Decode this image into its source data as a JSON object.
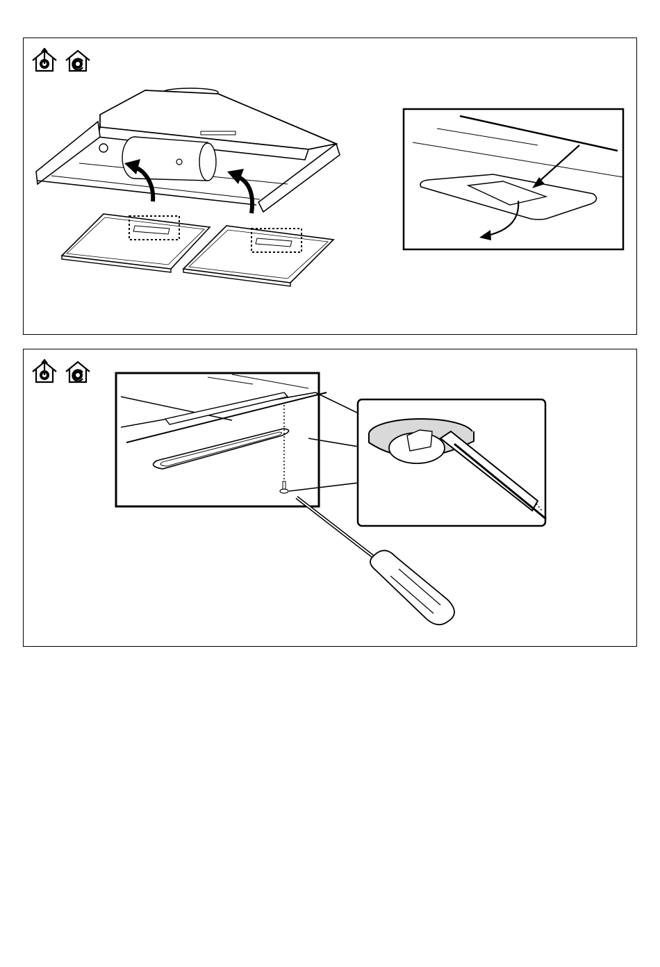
{
  "colors": {
    "line": "#000000",
    "fill": "#ffffff",
    "shade": "#d9d9d9",
    "dark": "#333333"
  },
  "panel_1": {
    "mode_icons": [
      "extraction-mode-icon",
      "recirculation-mode-icon"
    ],
    "scene": "cooker-hood-grease-filter-removal",
    "detail": "filter-latch-release-detail"
  },
  "panel_2": {
    "mode_icons": [
      "extraction-mode-icon",
      "recirculation-mode-icon"
    ],
    "scene": "lamp-cover-screw-removal",
    "detail": "lamp-cover-pry-detail"
  }
}
